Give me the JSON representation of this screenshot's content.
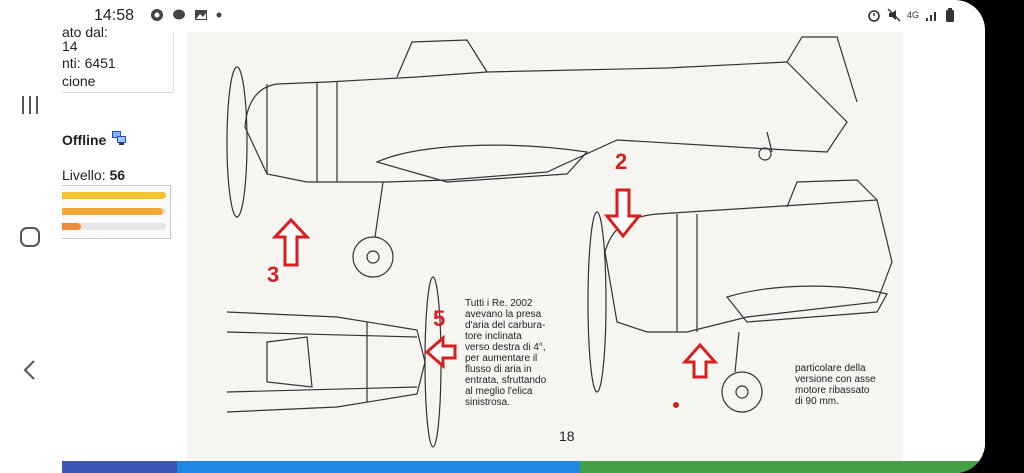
{
  "status_bar": {
    "time": "14:58",
    "network": "4G"
  },
  "sidebar": {
    "line1": "ato dal:",
    "line2": "14",
    "line3": "nti: 6451",
    "line4": "cione",
    "status": "Offline",
    "level_label": "Livello:",
    "level_value": "56",
    "bars": [
      {
        "color": "#f3c232",
        "fraction": 1.0
      },
      {
        "color": "#f3a93a",
        "fraction": 0.97
      },
      {
        "color": "#f08a3a",
        "fraction": 0.18
      }
    ]
  },
  "document": {
    "caption_left": "Tutti i Re. 2002\navevano la presa\nd'aria del carbura-\ntore inclinata\nverso destra di 4°,\nper aumentare il\nflusso di aria in\nentrata, sfruttando\nal meglio l'elica\nsinistrosa.",
    "caption_right": "particolare della\nversione con asse\nmotore ribassato\ndi 90 mm.",
    "page_number": "18",
    "marker_2": "2",
    "marker_3": "3",
    "marker_5": "5"
  },
  "colors": {
    "accent_red": "#d81e1e",
    "bottom_bar": [
      "#3d56b5",
      "#1e88e5",
      "#43a047"
    ]
  },
  "icons": [
    "menu-icon",
    "home-icon",
    "back-icon",
    "chrome-icon",
    "chat-icon",
    "gallery-icon",
    "alarm-icon",
    "mute-icon",
    "signal-icon",
    "battery-icon",
    "computer-icon"
  ]
}
